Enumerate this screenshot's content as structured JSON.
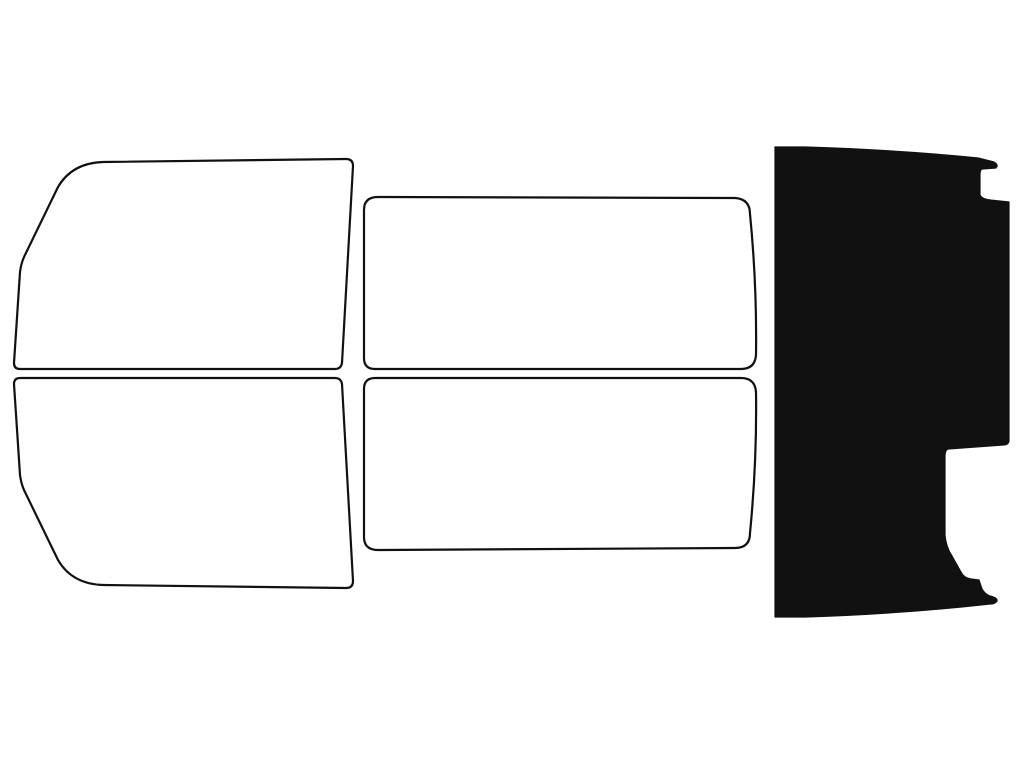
{
  "colors": {
    "background": "#ffffff",
    "outline": "#111111",
    "rear_window_fill": "#111111"
  },
  "pieces": [
    {
      "name": "front-left-door-window",
      "style": "outline"
    },
    {
      "name": "front-right-door-window",
      "style": "outline"
    },
    {
      "name": "rear-left-door-window",
      "style": "outline"
    },
    {
      "name": "rear-right-door-window",
      "style": "outline"
    },
    {
      "name": "rear-windshield",
      "style": "filled"
    }
  ]
}
